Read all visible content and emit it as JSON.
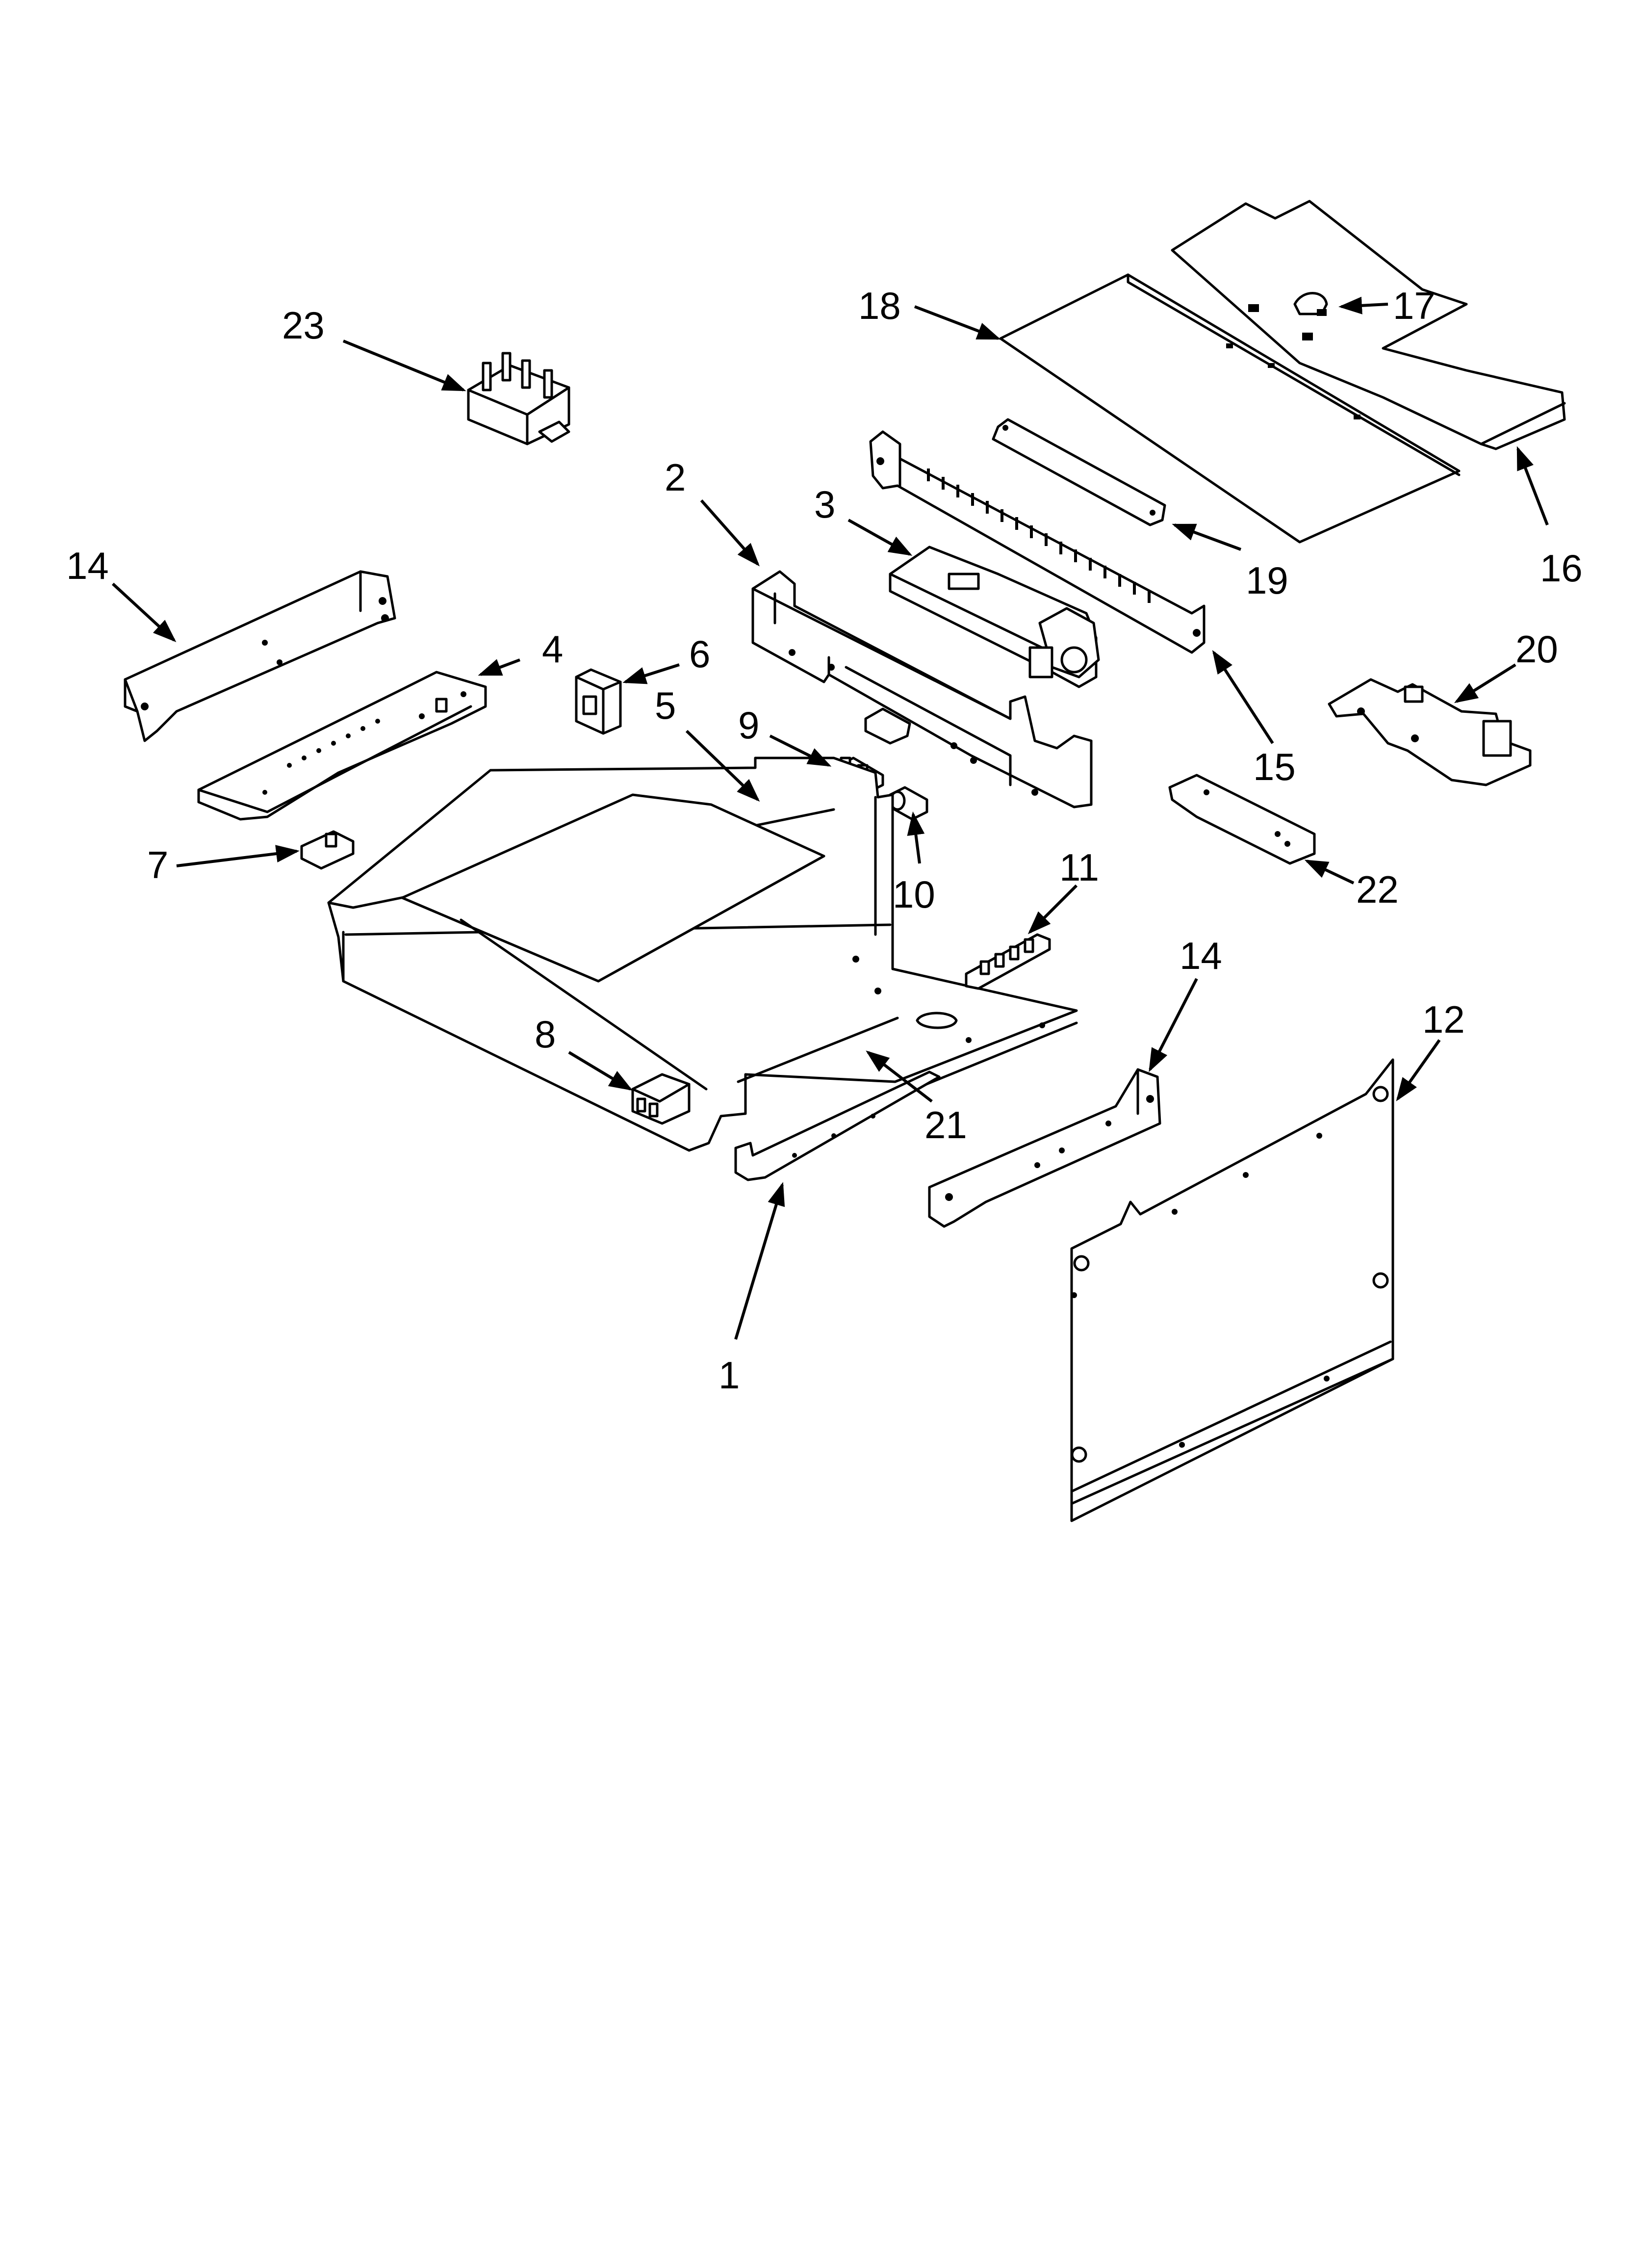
{
  "callouts": [
    {
      "id": "c23",
      "label": "23"
    },
    {
      "id": "c18",
      "label": "18"
    },
    {
      "id": "c17",
      "label": "17"
    },
    {
      "id": "c16",
      "label": "16"
    },
    {
      "id": "c19",
      "label": "19"
    },
    {
      "id": "c2",
      "label": "2"
    },
    {
      "id": "c3",
      "label": "3"
    },
    {
      "id": "c14a",
      "label": "14"
    },
    {
      "id": "c4",
      "label": "4"
    },
    {
      "id": "c6",
      "label": "6"
    },
    {
      "id": "c5",
      "label": "5"
    },
    {
      "id": "c9",
      "label": "9"
    },
    {
      "id": "c10",
      "label": "10"
    },
    {
      "id": "c7",
      "label": "7"
    },
    {
      "id": "c11",
      "label": "11"
    },
    {
      "id": "c15",
      "label": "15"
    },
    {
      "id": "c20",
      "label": "20"
    },
    {
      "id": "c22",
      "label": "22"
    },
    {
      "id": "c14b",
      "label": "14"
    },
    {
      "id": "c12",
      "label": "12"
    },
    {
      "id": "c8",
      "label": "8"
    },
    {
      "id": "c21",
      "label": "21"
    },
    {
      "id": "c1",
      "label": "1"
    }
  ]
}
